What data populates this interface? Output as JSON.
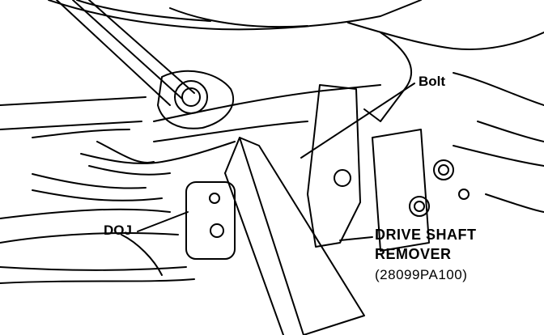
{
  "labels": {
    "bolt": "Bolt",
    "doj": "DOJ",
    "tool_line1": "DRIVE SHAFT",
    "tool_line2": "REMOVER",
    "tool_line3": "(28099PA100)"
  },
  "colors": {
    "ink": "#000000",
    "paper": "#ffffff"
  }
}
